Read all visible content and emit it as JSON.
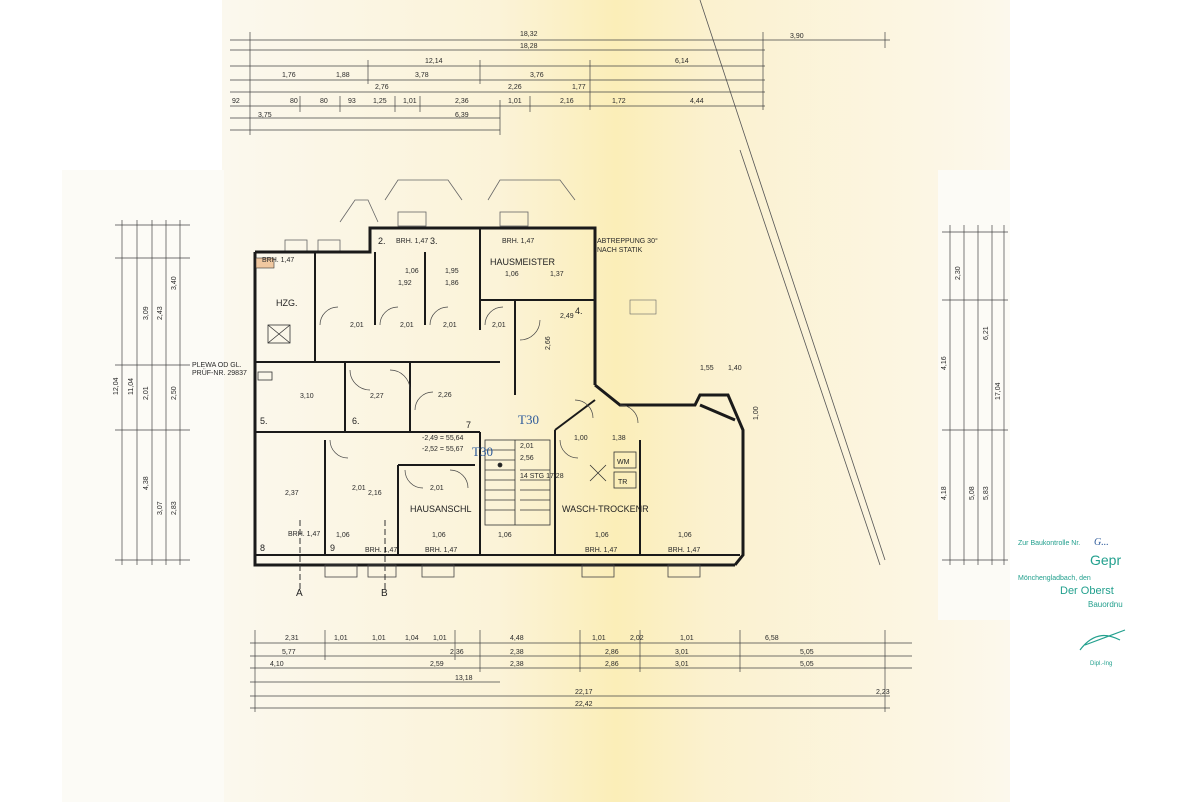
{
  "rooms": {
    "r2": "2.",
    "r3": "3.",
    "hausmeister": "HAUSMEISTER",
    "r4": "4.",
    "hzg": "HZG.",
    "r5": "5.",
    "r6": "6.",
    "r7": "7",
    "r8": "8",
    "r9": "9",
    "hausanschl": "HAUSANSCHL",
    "wasch": "WASCH-TROCKENR",
    "wm": "WM",
    "tr": "TR"
  },
  "notes": {
    "abtreppung": "ABTREPPUNG 30°",
    "nach_statik": "NACH STATIK",
    "plewa": "PLEWA OD GL.",
    "pruef": "PRÜF-NR. 29837",
    "stg": "14 STG 17/28",
    "t30a": "T30",
    "t30b": "T30",
    "elev1": "-2,49 = 55,64",
    "elev2": "-2,52 = 55,67"
  },
  "section_marks": {
    "a": "A",
    "b": "B"
  },
  "top_dims": {
    "total1": "18,32",
    "total2": "18,28",
    "right1": "3,90",
    "r3a": "12,14",
    "r3b": "6,14",
    "r4a": "1,76",
    "r4b": "1,88",
    "r4c": "3,78",
    "r4d": "3,76",
    "r5a": "2,76",
    "r5b": "2,26",
    "r5c": "1,77",
    "r6a": "92",
    "r6b": "80",
    "r6c": "80",
    "r6d": "93",
    "r6e": "1,25",
    "r6f": "1,01",
    "r6g": "2,36",
    "r6h": "1,01",
    "r6i": "2,16",
    "r6j": "1,72",
    "r6k": "4,44",
    "r7a": "3,75",
    "r7b": "6,39"
  },
  "bottom_dims": {
    "b1a": "2,31",
    "b1b": "1,01",
    "b1c": "1,01",
    "b1d": "1,04",
    "b1e": "1,01",
    "b1f": "4,48",
    "b1g": "1,01",
    "b1h": "2,02",
    "b1i": "1,01",
    "b1j": "6,58",
    "b2a": "5,77",
    "b2b": "2,36",
    "b2c": "2,38",
    "b2d": "2,86",
    "b2e": "3,01",
    "b2f": "5,05",
    "b3a": "4,10",
    "b3b": "2,59",
    "b3c": "2,38",
    "b3d": "2,86",
    "b3e": "3,01",
    "b3f": "5,05",
    "b4": "13,18",
    "b5a": "22,17",
    "b5b": "2,23",
    "b6": "22,42"
  },
  "left_dims": {
    "l1": "12,04",
    "l2": "11,04",
    "l3": "3,40",
    "l4": "3,09",
    "l5": "2,43",
    "l6": "2,01",
    "l7": "2,50",
    "l8": "4,38",
    "l9": "3,07",
    "l10": "2,83"
  },
  "right_dims": {
    "rd1": "17,04",
    "rd2": "6,21",
    "rd3": "4,16",
    "rd4": "4,18",
    "rd5": "5,08",
    "rd6": "5,83",
    "rd7": "2,30",
    "rd8": "1,00",
    "rd9": "1,55",
    "rd10": "1,40"
  },
  "interior_dims": {
    "i1": "1,06",
    "i2": "1,95",
    "i3": "1,06",
    "i4": "1,37",
    "i5": "1,92",
    "i6": "1,86",
    "i7": "2,01",
    "i8": "2,01",
    "i9": "2,01",
    "i10": "2,01",
    "i11": "3,10",
    "i12": "2,27",
    "i13": "2,26",
    "i14": "2,37",
    "i15": "2,01",
    "i16": "2,16",
    "i17": "2,01",
    "i18": "1,06",
    "i19": "1,06",
    "i20": "1,06",
    "i21": "1,06",
    "i22": "1,06",
    "i23": "2,49",
    "i24": "2,66",
    "i25": "1,00",
    "i26": "1,38",
    "i27": "2,01",
    "i28": "2,56",
    "i29": "BRH. 1,47",
    "i30": "BRH. 1,47",
    "i31": "BRH. 1,47",
    "i32": "BRH. 1,47",
    "i33": "BRH. 1,47",
    "i34": "BRH. 1,47",
    "i35": "BRH. 1,47",
    "i36": "BRH. 1,47"
  },
  "stamp": {
    "line1": "Zur Baukontrolle Nr.",
    "line1b": "G...",
    "line2": "Gepr",
    "line3": "Mönchengladbach, den",
    "line4": "Der Oberst",
    "line5": "Bauordnu",
    "line6": "Dipl.-Ing"
  }
}
